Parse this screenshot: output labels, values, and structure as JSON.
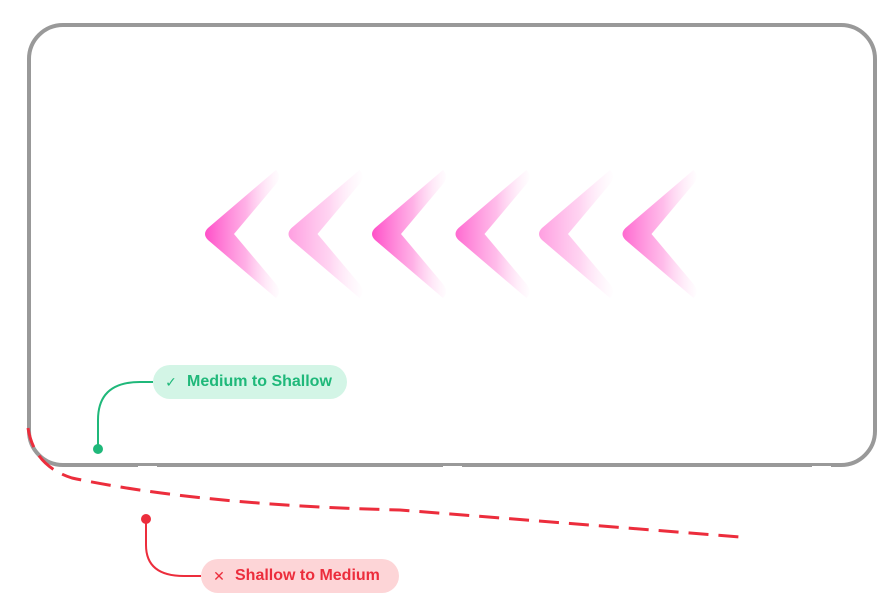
{
  "diagram": {
    "chevron_count": 6,
    "chevron_direction": "left",
    "chevron_opacities": [
      1.0,
      0.55,
      1.0,
      0.85,
      0.55,
      0.85
    ]
  },
  "labels": {
    "good": {
      "text": "Medium to Shallow",
      "icon": "check-icon",
      "icon_glyph": "✓"
    },
    "bad": {
      "text": "Shallow to Medium",
      "icon": "x-icon",
      "icon_glyph": "✕"
    }
  },
  "colors": {
    "frame": "#999999",
    "chevron": "#ff4fc8",
    "good_text": "#1fb87a",
    "good_bg": "#d3f5e6",
    "bad_text": "#ec2d3c",
    "bad_bg": "#fdd5d7"
  }
}
